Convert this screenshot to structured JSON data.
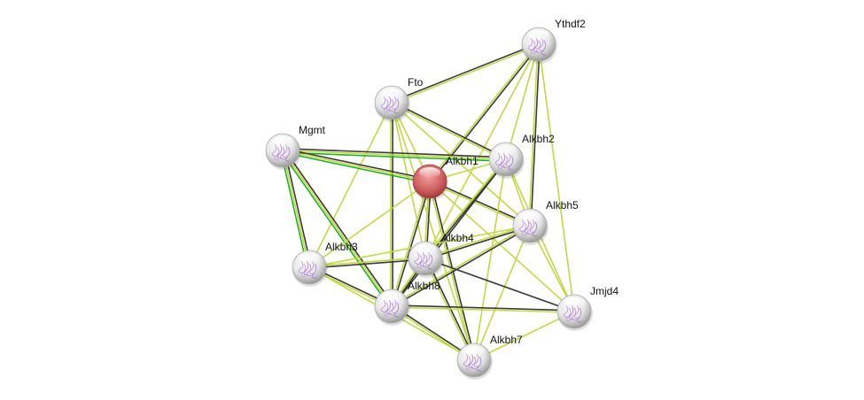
{
  "network": {
    "query_node": "Alkbh1",
    "nodes": [
      "Ythdf2",
      "Fto",
      "Mgmt",
      "Alkbh1",
      "Alkbh2",
      "Alkbh5",
      "Alkbh4",
      "Alkbh3",
      "Alkbh8",
      "Jmjd4",
      "Alkbh7"
    ],
    "evidence_colors": {
      "black": "#3a3a3a",
      "yellow": "#c3d845",
      "green": "#21b321"
    },
    "query_color": "#d96a6a",
    "edges": [
      [
        "Fto",
        "Ythdf2",
        [
          "black",
          "yellow"
        ]
      ],
      [
        "Ythdf2",
        "Alkbh1",
        [
          "black",
          "yellow"
        ]
      ],
      [
        "Ythdf2",
        "Alkbh2",
        [
          "yellow"
        ]
      ],
      [
        "Ythdf2",
        "Alkbh5",
        [
          "black",
          "yellow"
        ]
      ],
      [
        "Ythdf2",
        "Alkbh4",
        [
          "yellow"
        ]
      ],
      [
        "Ythdf2",
        "Jmjd4",
        [
          "yellow"
        ]
      ],
      [
        "Fto",
        "Alkbh2",
        [
          "black",
          "yellow"
        ]
      ],
      [
        "Fto",
        "Alkbh1",
        [
          "yellow"
        ]
      ],
      [
        "Fto",
        "Alkbh5",
        [
          "yellow"
        ]
      ],
      [
        "Fto",
        "Alkbh8",
        [
          "black",
          "yellow"
        ]
      ],
      [
        "Fto",
        "Alkbh3",
        [
          "yellow"
        ]
      ],
      [
        "Fto",
        "Alkbh4",
        [
          "yellow"
        ]
      ],
      [
        "Fto",
        "Alkbh7",
        [
          "yellow"
        ]
      ],
      [
        "Mgmt",
        "Alkbh2",
        [
          "black",
          "yellow",
          "green"
        ]
      ],
      [
        "Mgmt",
        "Alkbh1",
        [
          "black",
          "yellow",
          "green"
        ]
      ],
      [
        "Mgmt",
        "Alkbh3",
        [
          "black",
          "yellow",
          "green"
        ]
      ],
      [
        "Mgmt",
        "Alkbh8",
        [
          "black",
          "yellow",
          "green"
        ]
      ],
      [
        "Alkbh1",
        "Alkbh2",
        [
          "yellow"
        ]
      ],
      [
        "Alkbh1",
        "Alkbh5",
        [
          "black",
          "yellow"
        ]
      ],
      [
        "Alkbh1",
        "Alkbh4",
        [
          "black",
          "yellow"
        ]
      ],
      [
        "Alkbh1",
        "Alkbh8",
        [
          "black",
          "yellow"
        ]
      ],
      [
        "Alkbh1",
        "Alkbh7",
        [
          "black",
          "yellow"
        ]
      ],
      [
        "Alkbh1",
        "Alkbh3",
        [
          "yellow"
        ]
      ],
      [
        "Alkbh1",
        "Jmjd4",
        [
          "yellow"
        ]
      ],
      [
        "Alkbh2",
        "Alkbh5",
        [
          "yellow"
        ]
      ],
      [
        "Alkbh2",
        "Alkbh8",
        [
          "black",
          "yellow"
        ]
      ],
      [
        "Alkbh2",
        "Alkbh4",
        [
          "black",
          "yellow"
        ]
      ],
      [
        "Alkbh2",
        "Alkbh7",
        [
          "yellow"
        ]
      ],
      [
        "Alkbh2",
        "Jmjd4",
        [
          "yellow"
        ]
      ],
      [
        "Alkbh5",
        "Alkbh4",
        [
          "black",
          "yellow"
        ]
      ],
      [
        "Alkbh5",
        "Alkbh8",
        [
          "black",
          "yellow"
        ]
      ],
      [
        "Alkbh5",
        "Alkbh3",
        [
          "yellow"
        ]
      ],
      [
        "Alkbh5",
        "Alkbh7",
        [
          "yellow"
        ]
      ],
      [
        "Alkbh5",
        "Jmjd4",
        [
          "yellow"
        ]
      ],
      [
        "Alkbh4",
        "Alkbh3",
        [
          "black",
          "yellow"
        ]
      ],
      [
        "Alkbh4",
        "Alkbh8",
        [
          "black",
          "yellow"
        ]
      ],
      [
        "Alkbh4",
        "Alkbh7",
        [
          "black",
          "yellow"
        ]
      ],
      [
        "Alkbh4",
        "Jmjd4",
        [
          "black"
        ]
      ],
      [
        "Alkbh3",
        "Alkbh8",
        [
          "black",
          "yellow"
        ]
      ],
      [
        "Alkbh3",
        "Alkbh7",
        [
          "yellow"
        ]
      ],
      [
        "Alkbh8",
        "Jmjd4",
        [
          "black",
          "yellow"
        ]
      ],
      [
        "Alkbh8",
        "Alkbh7",
        [
          "black",
          "yellow"
        ]
      ],
      [
        "Jmjd4",
        "Alkbh7",
        [
          "yellow"
        ]
      ]
    ]
  }
}
